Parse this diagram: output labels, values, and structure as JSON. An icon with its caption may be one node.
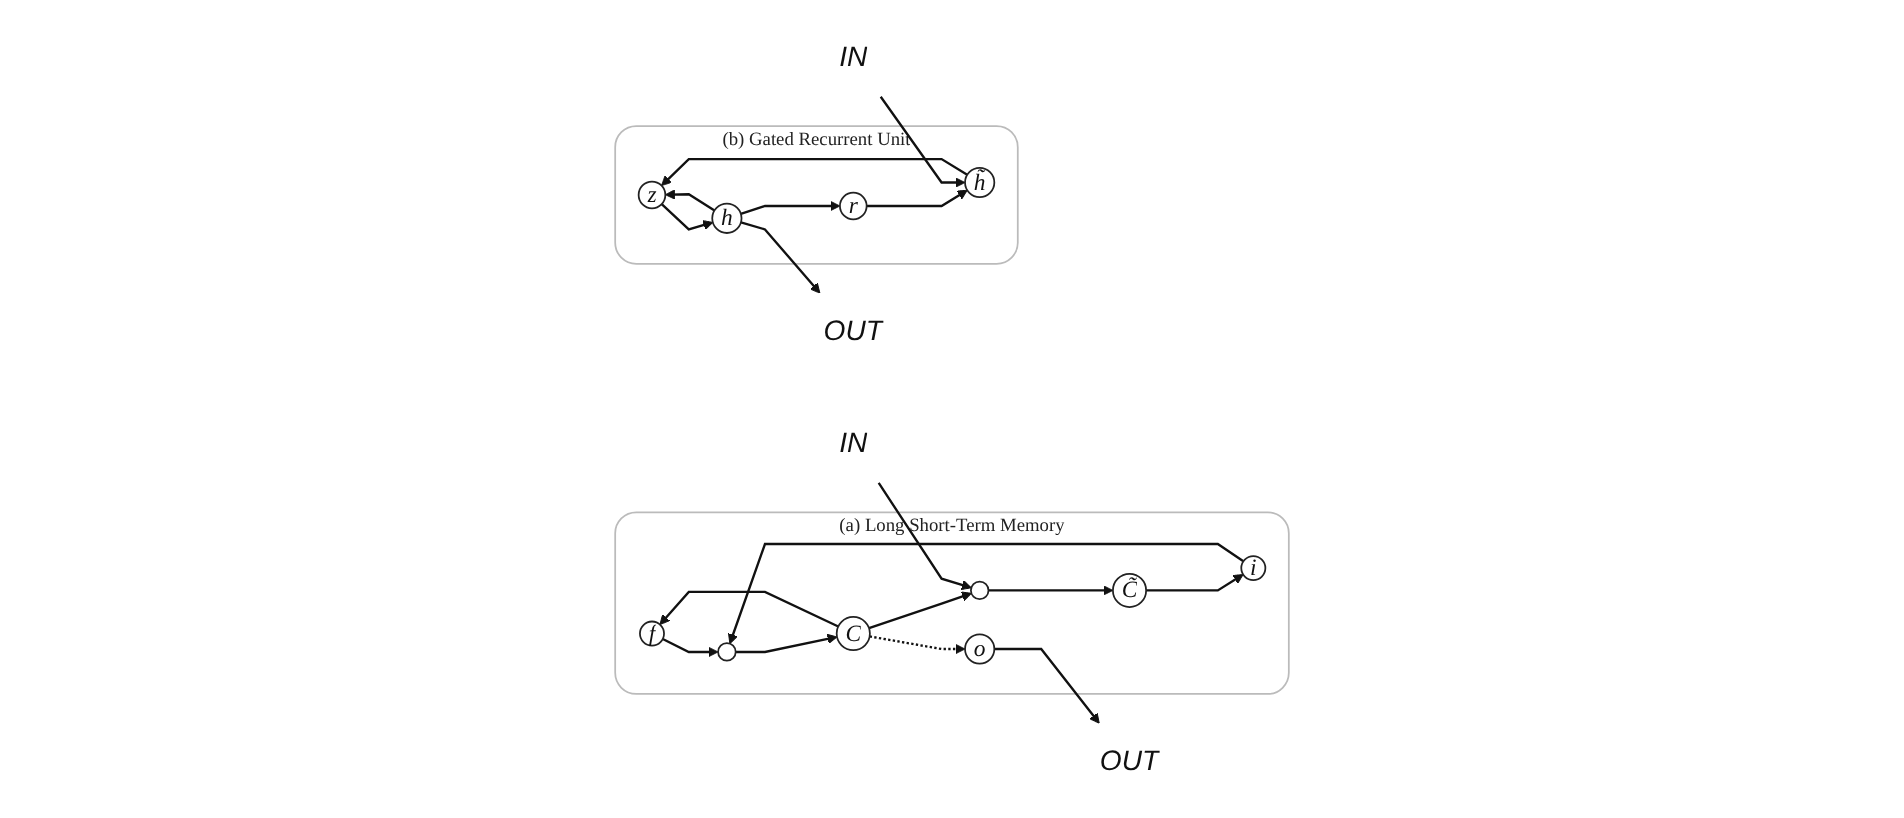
{
  "diagram": {
    "nodes": [
      {
        "text": [
          "(a) Long Short-Term Memory"
        ]
      },
      {
        "text": [
          "f"
        ],
        "in": 0
      },
      {
        "text": [],
        "shape": "circle",
        "in": 0
      },
      {
        "text": [
          "i"
        ],
        "in": 0
      },
      {
        "text": [
          "C̃"
        ],
        "in": 0
      },
      {
        "text": [
          "C"
        ],
        "in": 0
      },
      {
        "text": [],
        "shape": "circle",
        "in": 0
      },
      {
        "text": [
          "o"
        ],
        "in": 0
      },
      {
        "text": [
          "IN"
        ]
      },
      {
        "text": [
          "OUT"
        ]
      },
      {
        "text": [
          "(b) Gated Recurrent Unit"
        ]
      },
      {
        "text": [
          "z"
        ],
        "in": 10
      },
      {
        "text": [
          "h"
        ],
        "in": 10
      },
      {
        "text": [
          "r"
        ],
        "in": 10
      },
      {
        "text": [
          "h̃"
        ],
        "in": 10
      },
      {
        "text": [
          "IN"
        ]
      },
      {
        "text": [
          "OUT"
        ]
      }
    ],
    "edges": [
      {
        "from": 1,
        "to": 2,
        "arrow": "to"
      },
      {
        "from": 3,
        "to": 2,
        "arrow": "to"
      },
      {
        "from": 4,
        "to": 3,
        "arrow": "to"
      },
      {
        "from": 2,
        "to": 5,
        "arrow": "to"
      },
      {
        "from": 5,
        "to": 1,
        "arrow": "to"
      },
      {
        "from": 5,
        "to": 6,
        "arrow": "to"
      },
      {
        "from": 6,
        "to": 4,
        "arrow": "to"
      },
      {
        "from": 8,
        "to": 6,
        "arrow": "to"
      },
      {
        "from": 5,
        "to": 7,
        "arrow": "to",
        "style": "dashed"
      },
      {
        "from": 7,
        "to": 9,
        "arrow": "to"
      },
      {
        "from": 12,
        "to": 11,
        "arrow": "to"
      },
      {
        "from": 14,
        "to": 11,
        "arrow": "to"
      },
      {
        "from": 11,
        "to": 12,
        "arrow": "to"
      },
      {
        "from": 12,
        "to": 13,
        "arrow": "to"
      },
      {
        "from": 13,
        "to": 14,
        "arrow": "to"
      },
      {
        "from": 15,
        "to": 14,
        "arrow": "to"
      },
      {
        "from": 12,
        "to": 16,
        "arrow": "to"
      }
    ]
  }
}
